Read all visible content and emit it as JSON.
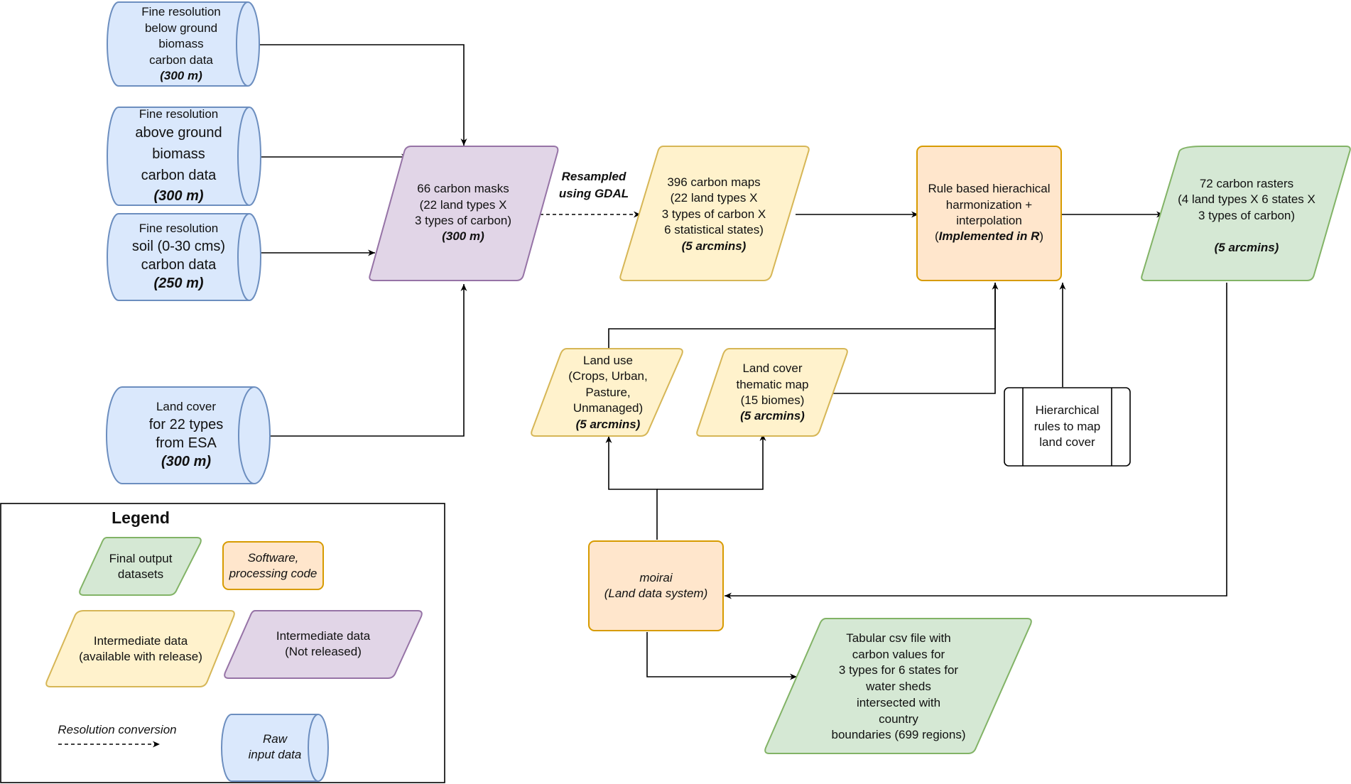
{
  "colors": {
    "raw_input_fill": "#dae8fc",
    "raw_input_stroke": "#6c8ebf",
    "not_released_fill": "#e1d5e7",
    "not_released_stroke": "#9673a6",
    "intermediate_fill": "#fff2cc",
    "intermediate_stroke": "#d6b656",
    "software_fill": "#ffe6cc",
    "software_stroke": "#d79b00",
    "output_fill": "#d5e8d4",
    "output_stroke": "#82b366",
    "edge": "#000000"
  },
  "inputs": {
    "below_ground": {
      "lines": [
        "Fine resolution",
        "below ground",
        "biomass",
        "carbon data"
      ],
      "res": "(300 m)"
    },
    "above_ground": {
      "lines": [
        "Fine resolution",
        "above ground",
        "biomass",
        "carbon data"
      ],
      "res": "(300 m)"
    },
    "soil": {
      "lines": [
        "Fine resolution",
        "soil (0-30 cms)",
        "carbon data"
      ],
      "res": "(250 m)"
    },
    "land_cover_esa": {
      "lines": [
        "Land cover",
        "for 22 types",
        "from ESA"
      ],
      "res": "(300 m)"
    }
  },
  "carbon_masks": {
    "lines": [
      "66 carbon masks",
      "(22 land types X",
      "3 types of carbon)"
    ],
    "res": "(300 m)"
  },
  "resample_label": {
    "line1": "Resampled",
    "line2": "using GDAL"
  },
  "carbon_maps": {
    "lines": [
      "396 carbon maps",
      "(22 land types X",
      "3 types of carbon X",
      "6 statistical states)"
    ],
    "res": "(5 arcmins)"
  },
  "harmonization": {
    "line1": "Rule based hierachical",
    "line2": "harmonization +",
    "line3": "interpolation",
    "open": "(",
    "impl": "Implemented in R",
    "close": ")"
  },
  "carbon_rasters": {
    "line1": "72 carbon rasters",
    "line2": "(4 land types X 6 states X",
    "line3": "3 types of carbon)",
    "res": "(5 arcmins)"
  },
  "land_use": {
    "lines": [
      "Land use",
      "(Crops, Urban,",
      "Pasture,",
      "Unmanaged)"
    ],
    "res": "(5 arcmins)"
  },
  "land_cover_map": {
    "lines": [
      "Land cover",
      "thematic map",
      "(15 biomes)"
    ],
    "res": "(5 arcmins)"
  },
  "hierarchical_rules": {
    "lines": [
      "Hierarchical",
      "rules to map",
      "land cover"
    ]
  },
  "moirai": {
    "line1": "moirai",
    "line2": "(Land data system)"
  },
  "tabular_csv": {
    "lines": [
      "Tabular csv file with",
      "carbon values for",
      "3 types for 6 states for",
      "water sheds",
      "intersected  with",
      "country",
      "boundaries (699 regions)"
    ]
  },
  "legend": {
    "title": "Legend",
    "final_output": [
      "Final output",
      "datasets"
    ],
    "software": [
      "Software,",
      "processing code"
    ],
    "intermediate_available": [
      "Intermediate data",
      "(available with release)"
    ],
    "intermediate_not_released": [
      "Intermediate data",
      "(Not released)"
    ],
    "resolution_conversion": "Resolution conversion",
    "raw_input": [
      "Raw",
      "input data"
    ]
  }
}
